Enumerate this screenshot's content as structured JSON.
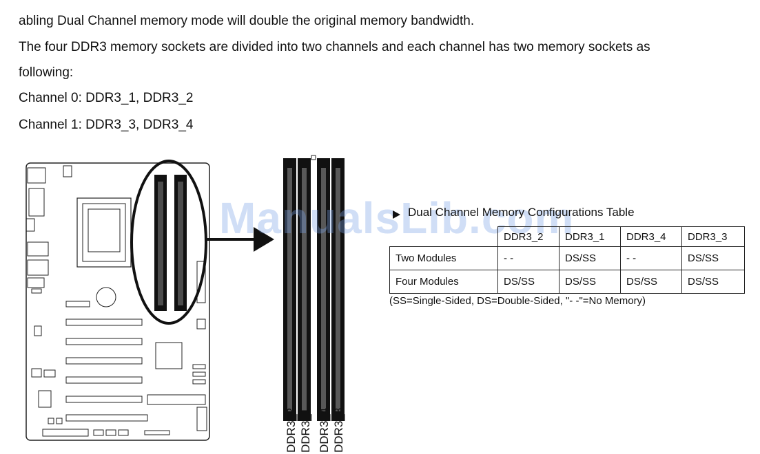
{
  "text": {
    "line1": "abling Dual Channel memory mode will double the original memory bandwidth.",
    "line2": "The four DDR3 memory sockets are divided into two channels and each channel has two memory sockets as",
    "line3": "following:",
    "line4": "Channel 0: DDR3_1, DDR3_2",
    "line5": "Channel 1: DDR3_3, DDR3_4"
  },
  "config_table": {
    "title": "Dual Channel Memory Configurations Table",
    "headers": [
      "",
      "DDR3_2",
      "DDR3_1",
      "DDR3_4",
      "DDR3_3"
    ],
    "rows": [
      [
        "Two Modules",
        "- -",
        "DS/SS",
        "- -",
        "DS/SS"
      ],
      [
        "Four Modules",
        "DS/SS",
        "DS/SS",
        "DS/SS",
        "DS/SS"
      ]
    ],
    "note": "(SS=Single-Sided, DS=Double-Sided, \"- -\"=No Memory)"
  },
  "slot_labels": [
    "DDR3_2",
    "DDR3_1",
    "DDR3_4",
    "DDR3_3"
  ],
  "watermark": "ManualsLib.com"
}
